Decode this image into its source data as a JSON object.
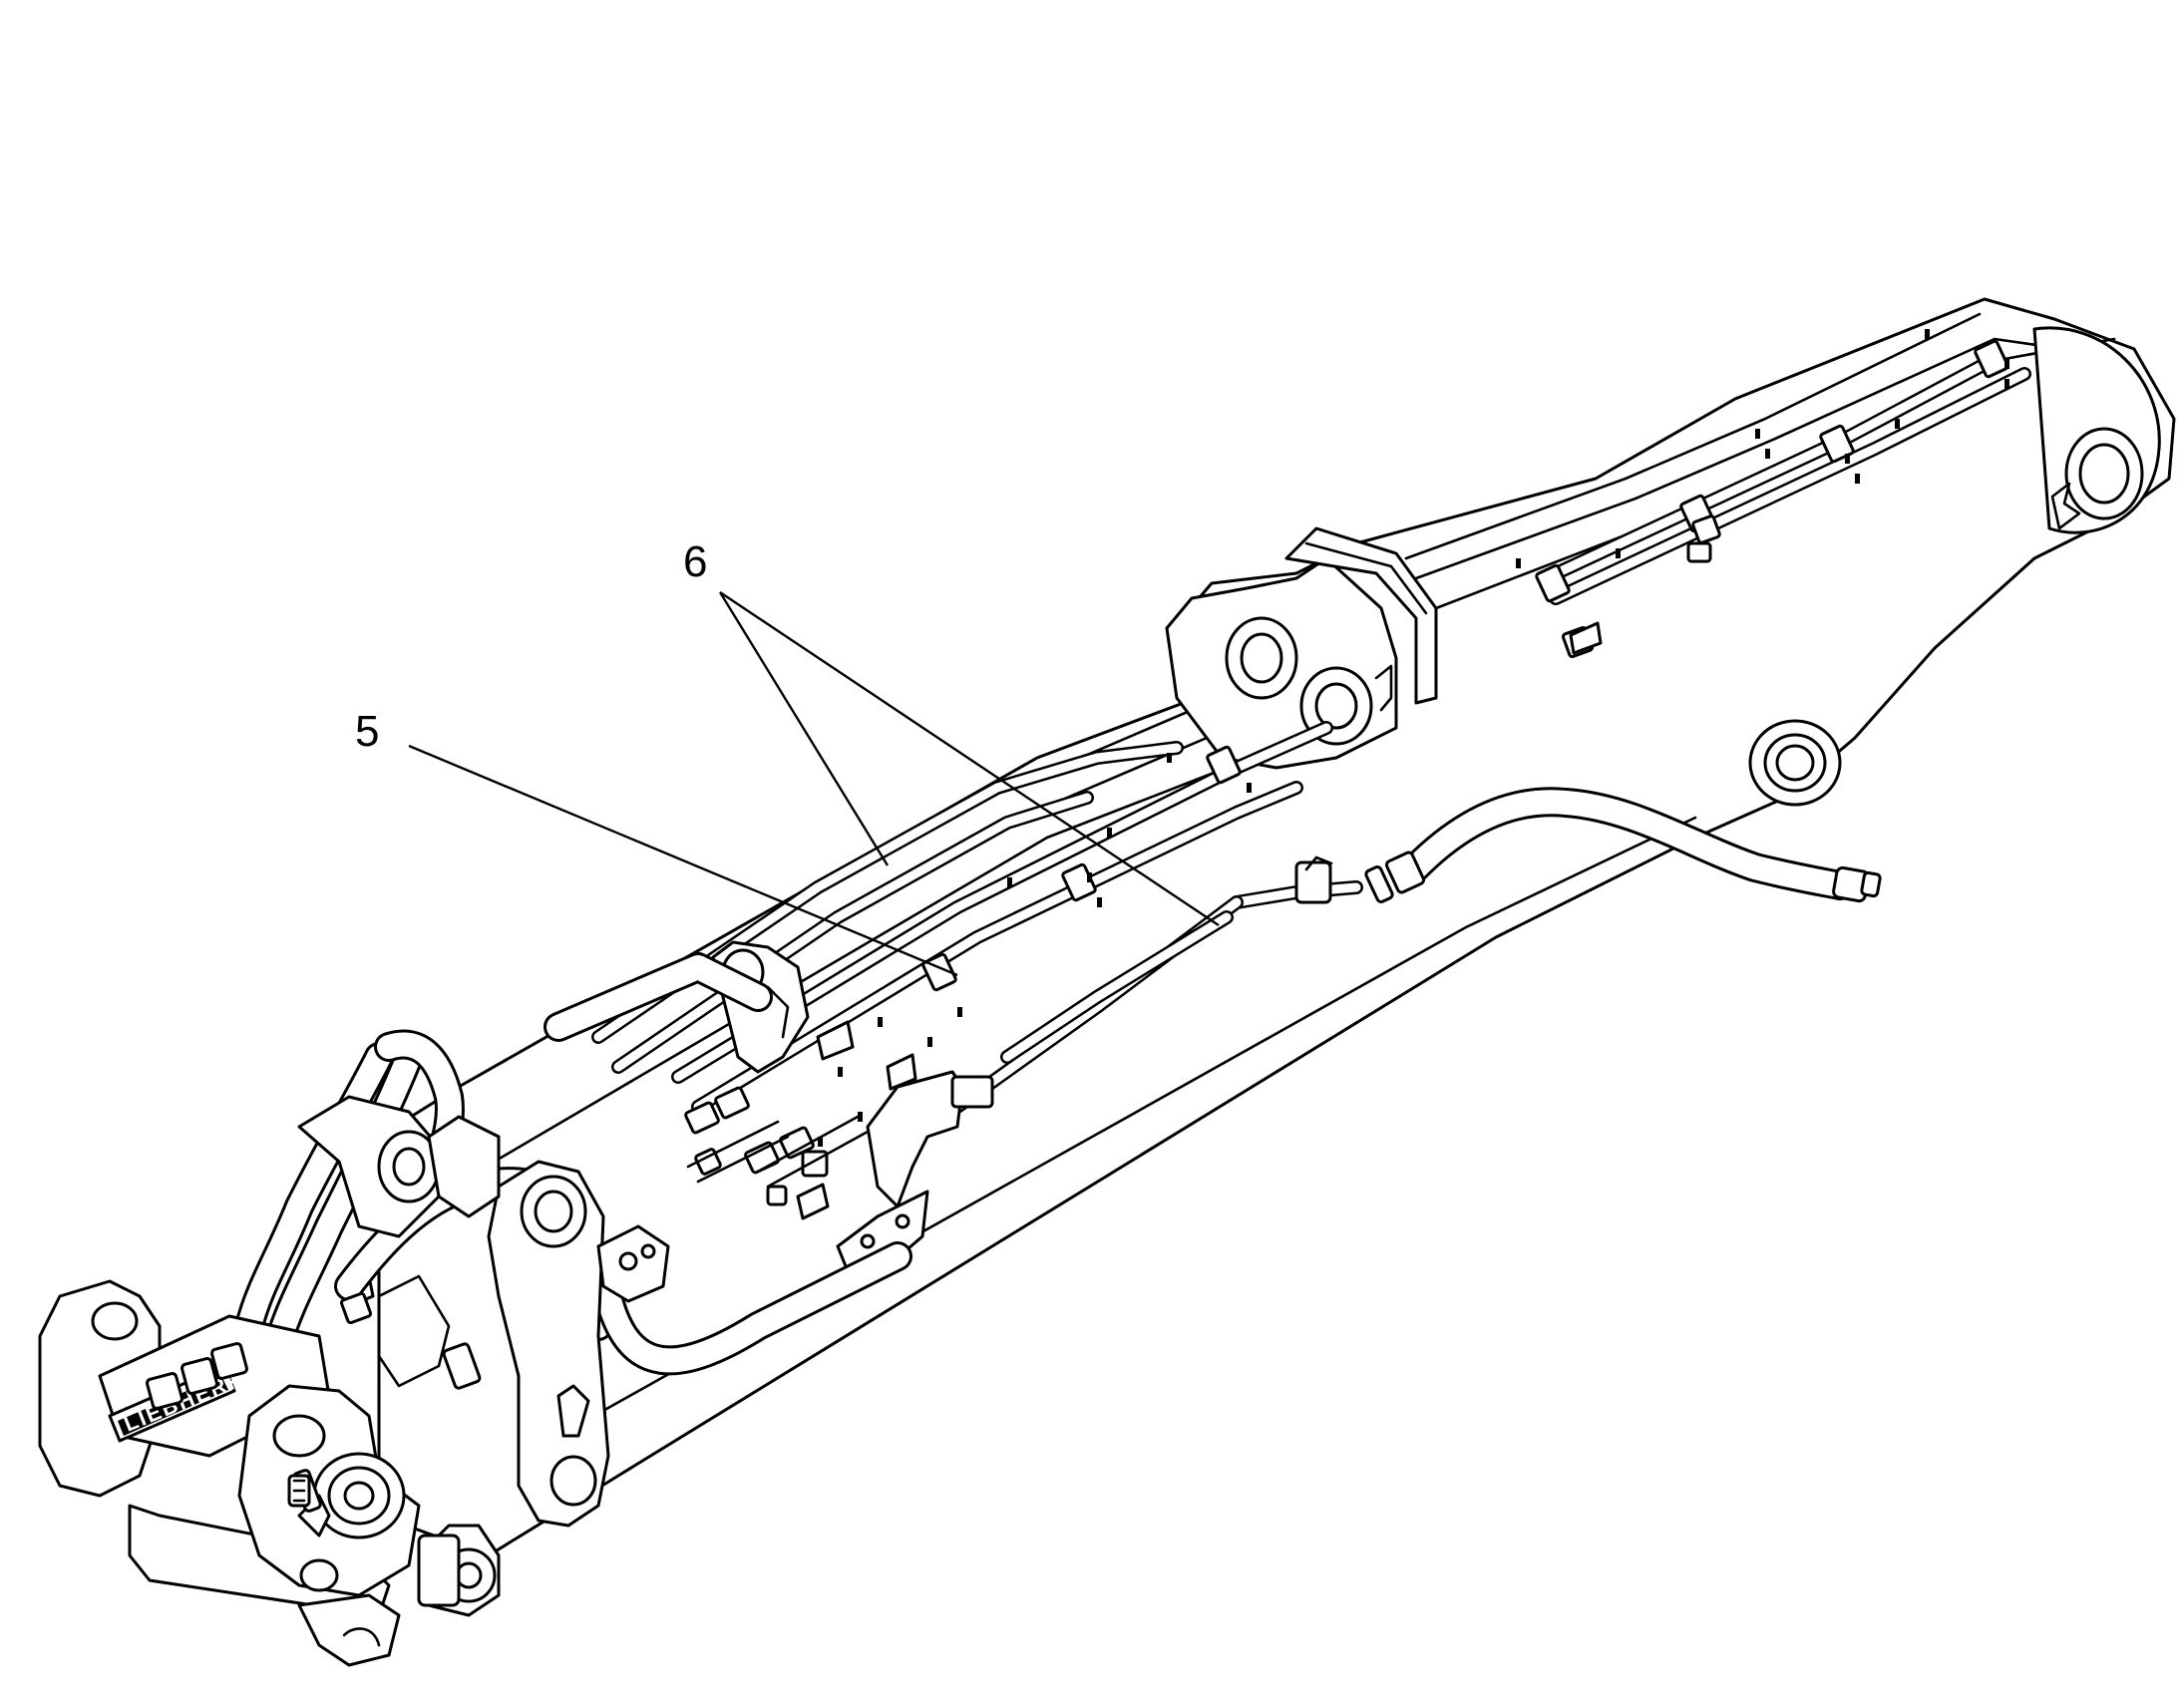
{
  "callouts": [
    {
      "id": "5",
      "label": "5"
    },
    {
      "id": "6",
      "label": "6"
    }
  ],
  "brand_plate": "LIEBHERR",
  "colors": {
    "line": "#000000",
    "background": "#ffffff"
  }
}
